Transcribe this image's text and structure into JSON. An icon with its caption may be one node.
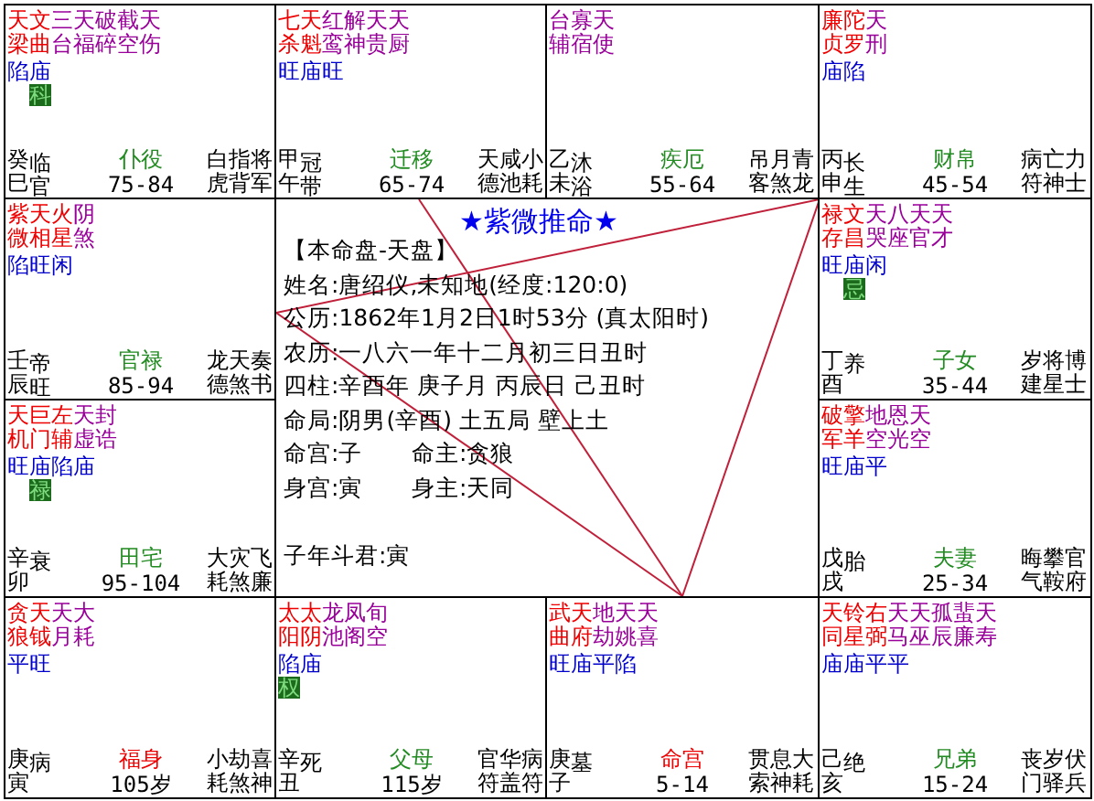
{
  "diagram": {
    "nodes": [
      {
        "text": [
          "天梁",
          "文曲",
          "三台",
          "天福",
          "破碎",
          "截空",
          "天伤",
          "陷庙",
          "科",
          "癸巳",
          "临官",
          "仆役",
          "75-84",
          "白虎",
          "指背",
          "将军"
        ]
      },
      {
        "text": [
          "七杀",
          "天魁",
          "红鸾",
          "解神",
          "天贵",
          "天厨",
          "旺庙旺",
          "甲午",
          "冠带",
          "迁移",
          "65-74",
          "天德",
          "咸池",
          "小耗"
        ]
      },
      {
        "text": [
          "台辅",
          "寡宿",
          "天使",
          "乙未",
          "沐浴",
          "疾厄",
          "55-64",
          "吊客",
          "月煞",
          "青龙"
        ]
      },
      {
        "text": [
          "廉贞",
          "陀罗",
          "天刑",
          "庙陷",
          "丙申",
          "长生",
          "财帛",
          "45-54",
          "病符",
          "亡神",
          "力士"
        ]
      },
      {
        "text": [
          "紫微",
          "天相",
          "火星",
          "阴煞",
          "陷旺闲",
          "壬辰",
          "帝旺",
          "官禄",
          "85-94",
          "龙德",
          "天煞",
          "奏书"
        ]
      },
      {
        "text": [
          "★紫微推命★",
          "【本命盘-天盘】",
          "姓名:唐绍仪,未知地(经度:120:0)",
          "公历:1862年1月2日1时53分 (真太阳时)",
          "农历:一八六一年十二月初三日丑时",
          "四柱:辛酉年 庚子月 丙辰日 己丑时",
          "命局:阴男(辛酉)  土五局 壁上土",
          "命宫:子",
          "命主:贪狼",
          "身宫:寅",
          "身主:天同",
          "子年斗君:寅"
        ]
      },
      {
        "text": [
          "禄存",
          "文昌",
          "天哭",
          "八座",
          "天官",
          "天才",
          "旺庙闲",
          "忌",
          "丁酉",
          "养",
          "子女",
          "35-44",
          "岁建",
          "将星",
          "博士"
        ]
      },
      {
        "text": [
          "天机",
          "巨门",
          "左辅",
          "天虚",
          "封诰",
          "旺庙陷庙",
          "禄",
          "辛卯",
          "衰",
          "田宅",
          "95-104",
          "大耗",
          "灾煞",
          "飞廉"
        ]
      },
      {
        "text": [
          "破军",
          "擎羊",
          "地空",
          "恩光",
          "天空",
          "旺庙平",
          "戊戌",
          "胎",
          "夫妻",
          "25-34",
          "晦气",
          "攀鞍",
          "官府"
        ]
      },
      {
        "text": [
          "贪狼",
          "天钺",
          "天月",
          "大耗",
          "平旺",
          "庚寅",
          "病",
          "福身",
          "105岁",
          "小耗",
          "劫煞",
          "喜神"
        ]
      },
      {
        "text": [
          "太阳",
          "太阴",
          "龙池",
          "凤阁",
          "旬空",
          "陷庙",
          "权",
          "辛丑",
          "死",
          "父母",
          "115岁",
          "官符",
          "华盖",
          "病符"
        ]
      },
      {
        "text": [
          "武曲",
          "天府",
          "地劫",
          "天姚",
          "天喜",
          "旺庙平陷",
          "庚子",
          "墓",
          "命宫",
          "5-14",
          "贯索",
          "息神",
          "大耗"
        ]
      },
      {
        "text": [
          "天同",
          "铃星",
          "右弼",
          "天马",
          "天巫",
          "孤辰",
          "蜚廉",
          "天寿",
          "庙庙平平",
          "己亥",
          "绝",
          "兄弟",
          "15-24",
          "丧门",
          "岁驿",
          "伏兵"
        ]
      }
    ]
  }
}
